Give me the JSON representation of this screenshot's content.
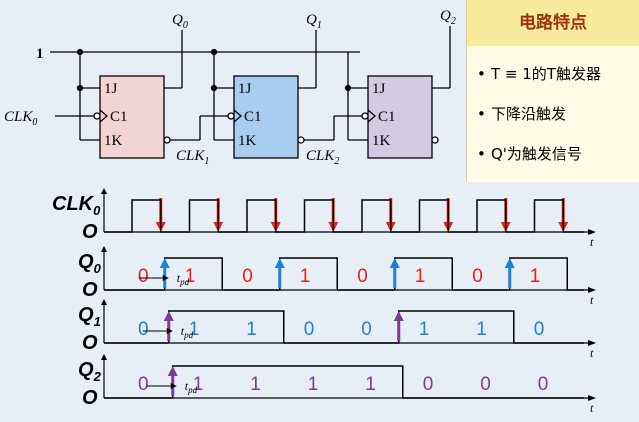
{
  "circuit": {
    "input_one": "1",
    "clock_input": {
      "main": "CLK",
      "sub": "0"
    },
    "flipflops": [
      {
        "name": "ff0",
        "color": "#f2d4d4",
        "j": "1J",
        "c": "C1",
        "k": "1K"
      },
      {
        "name": "ff1",
        "color": "#a9cdf0",
        "j": "1J",
        "c": "C1",
        "k": "1K"
      },
      {
        "name": "ff2",
        "color": "#d3c9e0",
        "j": "1J",
        "c": "C1",
        "k": "1K"
      }
    ],
    "outputs": [
      {
        "main": "Q",
        "sub": "0"
      },
      {
        "main": "Q",
        "sub": "1"
      },
      {
        "main": "Q",
        "sub": "2"
      }
    ],
    "clock_labels": [
      {
        "main": "CLK",
        "sub": "1"
      },
      {
        "main": "CLK",
        "sub": "2"
      }
    ]
  },
  "panel": {
    "title": "电路特点",
    "items": [
      "T ≡ 1的T触发器",
      "下降沿触发",
      "Q'为触发信号"
    ],
    "bullet": "•"
  },
  "timing": {
    "rows": [
      {
        "name": "clk0",
        "label_main": "CLK",
        "label_sub": "0"
      },
      {
        "name": "q0",
        "label_main": "Q",
        "label_sub": "0"
      },
      {
        "name": "q1",
        "label_main": "Q",
        "label_sub": "1"
      },
      {
        "name": "q2",
        "label_main": "Q",
        "label_sub": "2"
      }
    ],
    "zero_label": "O",
    "t_label": "t",
    "tpd": {
      "main": "t",
      "sub": "pd"
    },
    "q0_bits": [
      "0",
      "1",
      "0",
      "1",
      "0",
      "1",
      "0",
      "1"
    ],
    "q1_bits": [
      "0",
      "1",
      "1",
      "0",
      "0",
      "1",
      "1",
      "0"
    ],
    "q2_bits": [
      "0",
      "1",
      "1",
      "1",
      "1",
      "0",
      "0",
      "0"
    ],
    "colors": {
      "q0": "#e8201a",
      "q1": "#1e7fd6",
      "q2": "#7a3c98",
      "arrow_red": "#e8201a",
      "arrow_blue": "#1e7fd6",
      "arrow_purple": "#7a3c98"
    }
  }
}
